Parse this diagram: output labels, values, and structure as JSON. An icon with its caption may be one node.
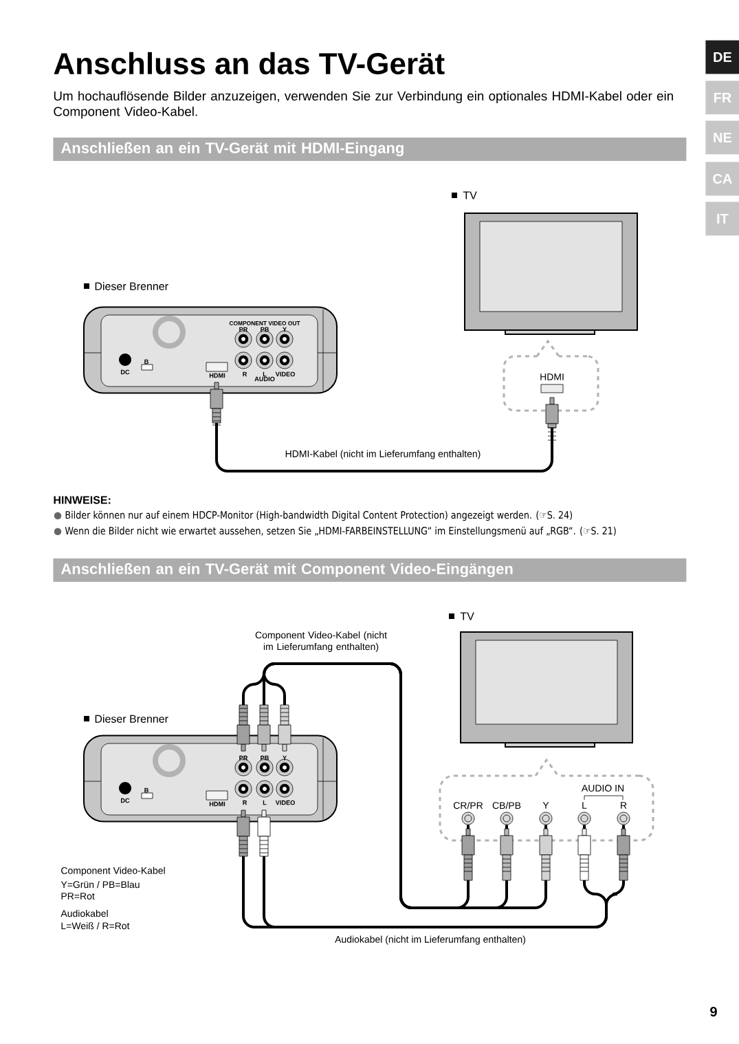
{
  "diagram": {
    "title": "Anschluss an das TV-Gerät",
    "nodes": [
      {
        "text": [
          "Dieser Brenner"
        ]
      },
      {
        "text": [
          "TV"
        ]
      },
      {
        "text": [
          "HDMI"
        ]
      },
      {
        "text": [
          "Dieser Brenner"
        ]
      },
      {
        "text": [
          "TV"
        ]
      },
      {
        "text": [
          "AUDIO IN"
        ]
      },
      {
        "text": [
          "CR/PR"
        ],
        "in": 5
      },
      {
        "text": [
          "CB/PB"
        ],
        "in": 5
      },
      {
        "text": [
          "Y"
        ],
        "in": 5
      },
      {
        "text": [
          "L"
        ],
        "in": 5
      },
      {
        "text": [
          "R"
        ],
        "in": 5
      }
    ],
    "edges": [
      {
        "from": 0,
        "to": 2,
        "arrow": "other",
        "label": "HDMI-Kabel (nicht im Lieferumfang enthalten)"
      },
      {
        "from": 3,
        "to": 6,
        "arrow": "other",
        "label": "Component Video-Kabel (nicht im Lieferumfang enthalten)"
      },
      {
        "from": 3,
        "to": 7,
        "arrow": "other"
      },
      {
        "from": 3,
        "to": 8,
        "arrow": "other"
      },
      {
        "from": 3,
        "to": 9,
        "arrow": "other",
        "label": "Audiokabel (nicht im Lieferumfang enthalten)"
      },
      {
        "from": 3,
        "to": 10,
        "arrow": "other"
      }
    ],
    "labels": [
      "DE",
      "FR",
      "NE",
      "CA",
      "IT",
      "Um hochauflösende Bilder anzuzeigen, verwenden Sie zur Verbindung ein optionales HDMI-Kabel oder ein Component Video-Kabel.",
      "Anschließen an ein TV-Gerät mit HDMI-Eingang",
      "COMPONENT VIDEO OUT",
      "PR",
      "PB",
      "Y",
      "DC",
      "B",
      "HDMI",
      "R",
      "L",
      "VIDEO",
      "AUDIO",
      "HINWEISE:",
      "Bilder können nur auf einem HDCP-Monitor (High-bandwidth Digital Content Protection) angezeigt werden. (☞S. 24)",
      "Wenn die Bilder nicht wie erwartet aussehen, setzen Sie „HDMI-FARBEINSTELLUNG“ im Einstellungsmenü auf „RGB“. (☞S. 21)",
      "Anschließen an ein TV-Gerät mit Component Video-Eingängen",
      "PR",
      "PB",
      "Y",
      "DC",
      "B",
      "HDMI",
      "R",
      "L",
      "VIDEO",
      "Component Video-Kabel",
      "Y=Grün / PB=Blau",
      "PR=Rot",
      "Audiokabel",
      "L=Weiß / R=Rot",
      "9"
    ]
  }
}
